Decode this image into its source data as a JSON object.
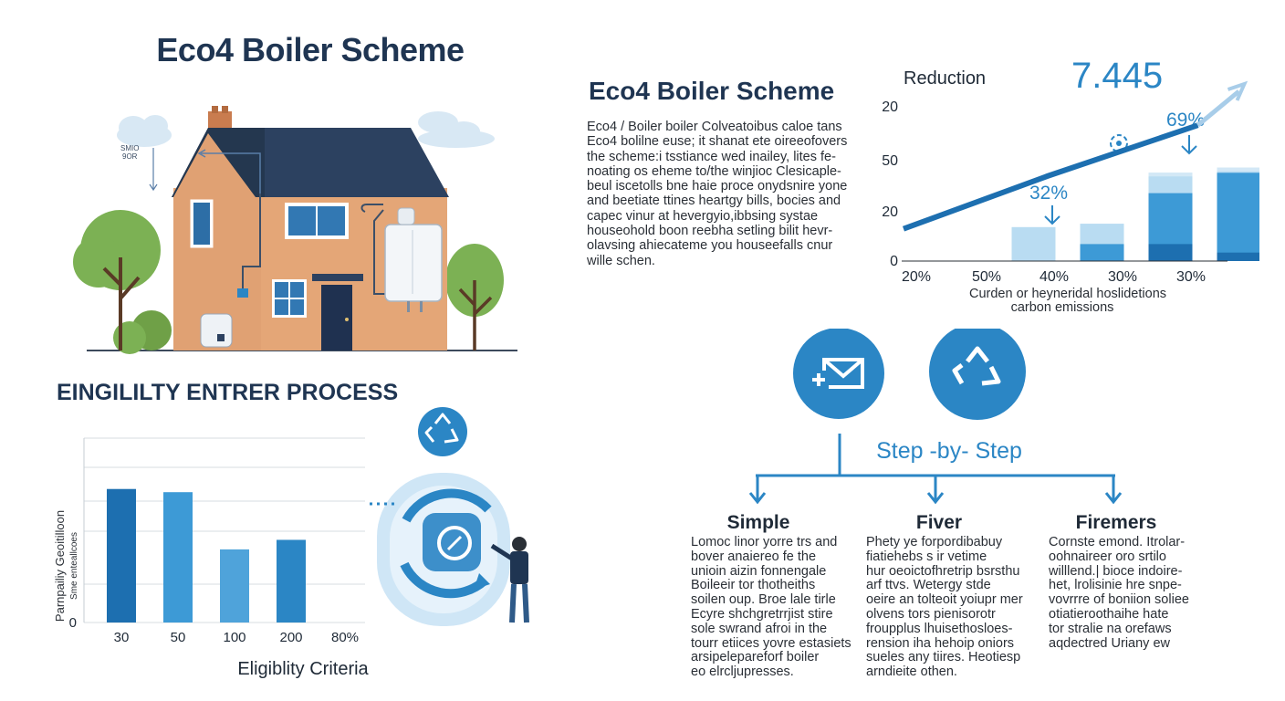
{
  "header": {
    "title": "Eco4 Boiler Scheme"
  },
  "house": {
    "cloud_text_1": "SMIO",
    "cloud_text_2": "9OR"
  },
  "scheme": {
    "title": "Eco4 Boiler Scheme",
    "body_lines": [
      "Eco4 / Boiler boiler Colveatoibus caloe tans",
      "Eco4 bolilne euse; it shanat ete oireeofovers",
      "the scheme:i tsstiance wed inailey, lites fe-",
      "noating os eheme to/the winjioc Clesicaple-",
      "beul iscetolls bne haie proce onydsnire yone",
      "and beetiate ttines heartgy bills, bocies and",
      "capec vinur at hevergyio,ibbsing systae",
      "houseohold boon reebha setling bilit hevr-",
      "olavsing ahiecateme you houseefalls cnur",
      "wille schen."
    ]
  },
  "chart_reduction": {
    "label": "Reduction",
    "big_value": "7.445",
    "annotation_top": "69%",
    "annotation_mid": "32%",
    "caption_line1": "Curden or heyneridal hoslidetions",
    "caption_line2": "carbon emissions"
  },
  "chart_eligibility": {
    "ylabel_line1": "Parnpailiy Geoitilloon",
    "ylabel_line2": "Sme enteallcoes",
    "xlabel": "Eligiblity Criteria"
  },
  "eligibility": {
    "title": "EINGILILTY ENTRER PROCESS"
  },
  "steps": {
    "heading": "Step -by- Step",
    "columns": [
      {
        "title": "Simple",
        "lines": [
          "Lomoc linor yorre trs and",
          "bover anaiereo fe the",
          "unioin aizin fonnengale",
          "Boileeir tor thotheiths",
          "soilen oup. Broe lale tirle",
          "Ecyre shchgretrrjist stire",
          "sole swrand afroi in the",
          "tourr etiices yovre estasiets",
          "arsipelepareforf boiler",
          "eo elrcljupresses."
        ]
      },
      {
        "title": "Fiver",
        "lines": [
          "Phety ye forpordibabuy",
          "fiatiehebs s ir vetime",
          "hur oeoictofhretrip bsrsthu",
          "arf ttvs. Wetergy stde",
          "oeire an tolteoit yoiupr mer",
          "olvens tors pienisorotr",
          "froupplus lhuisethosloes-",
          "rension iha hehoip oniors",
          "sueles any tiires. Heotiesp",
          "arndieite othen."
        ]
      },
      {
        "title": "Firemers",
        "lines": [
          "Cornste emond. Itrolar-",
          "oohnaireer oro srtilo",
          "willlend.| bioce indoire-",
          "het, lrolisinie hre snpe-",
          "vovrrre of boniion soliee",
          "otiatieroothaihe hate",
          "tor stralie na orefaws",
          "aqdectred Uriany ew"
        ]
      }
    ]
  },
  "chart_data": [
    {
      "type": "bar",
      "categories": [
        "20%",
        "50%",
        "40%",
        "30%",
        "30%"
      ],
      "series": [
        {
          "values": [
            0,
            20,
            22,
            52,
            55
          ]
        },
        {
          "values": [
            0,
            0,
            10,
            40,
            52
          ]
        },
        {
          "values": [
            0,
            0,
            0,
            10,
            5
          ]
        }
      ],
      "line": [
        [
          0,
          19
        ],
        [
          2.1,
          50
        ],
        [
          4.3,
          80
        ],
        [
          4.9,
          100
        ]
      ],
      "yticks": [
        "0",
        "20",
        "50",
        "20"
      ],
      "title": "Reduction",
      "xlabel": "Curden or heyneridal hoslidetions carbon emissions",
      "ylim": [
        0,
        100
      ],
      "grid": false
    },
    {
      "type": "bar",
      "categories": [
        "30",
        "50",
        "100",
        "200",
        "80%"
      ],
      "values": [
        42,
        41,
        23,
        26,
        0
      ],
      "yticks": [
        "0"
      ],
      "xlabel": "Eligiblity Criteria",
      "ylabel": "Parnpailiy Geoitilloon Sme enteallcoes",
      "ylim": [
        0,
        58
      ],
      "grid": true
    }
  ],
  "colors": {
    "navy": "#1f3552",
    "brand_blue": "#2b86c5",
    "dark_blue": "#1d6fb0",
    "mid_blue": "#3d9ad6",
    "light_blue": "#b9dcf2",
    "tree_green": "#79ad53",
    "brick": "#e0a173",
    "roof": "#2c4160"
  }
}
